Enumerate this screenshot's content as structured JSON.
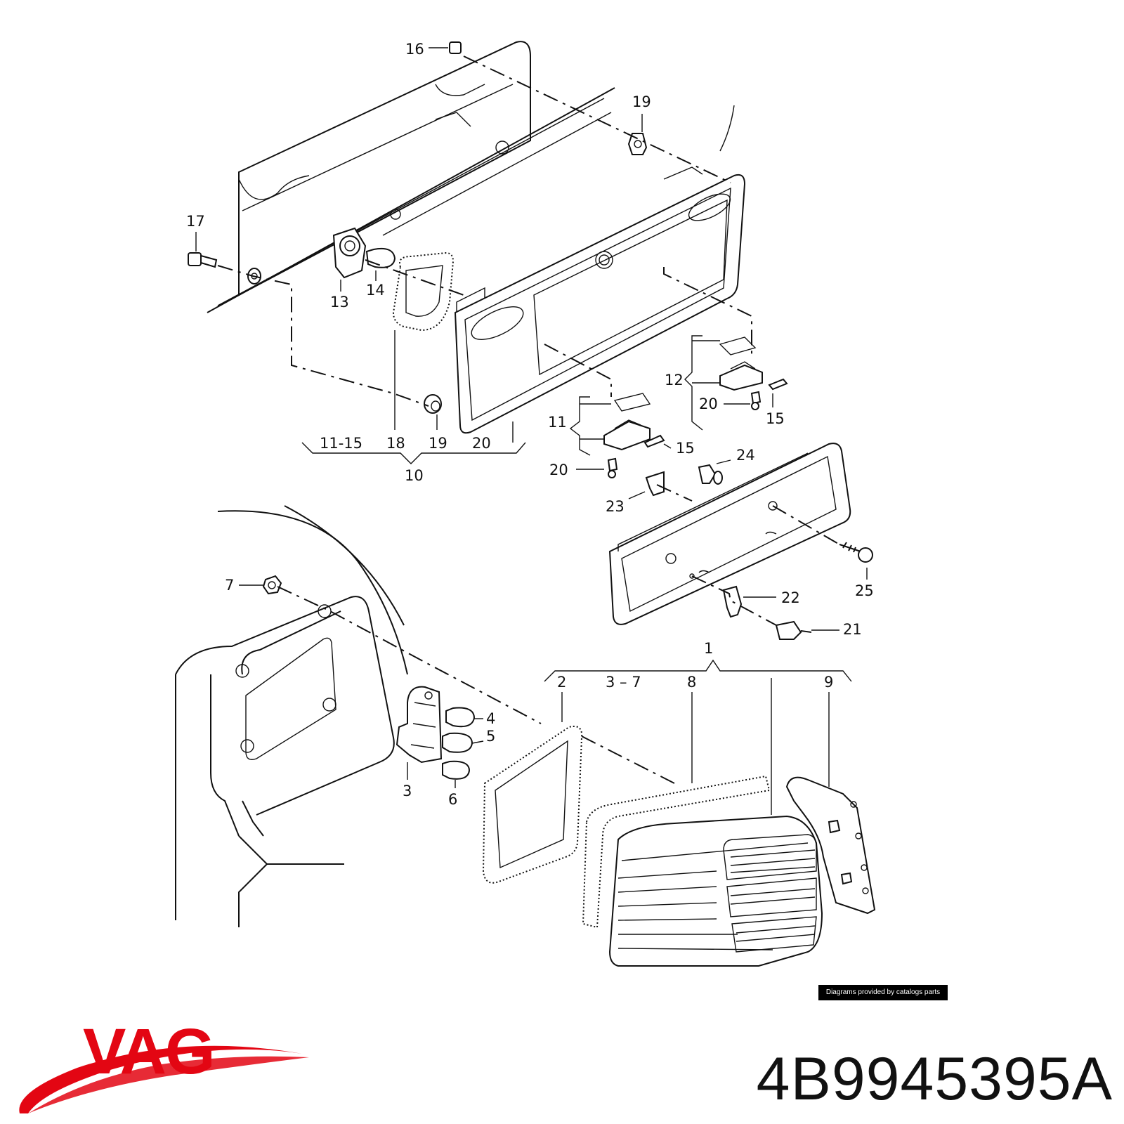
{
  "labels": {
    "l16": "16",
    "l19a": "19",
    "l17": "17",
    "l13": "13",
    "l14": "14",
    "l18": "18",
    "l19b": "19",
    "l20a": "20",
    "l11_15": "11-15",
    "l10": "10",
    "l12": "12",
    "l20b": "20",
    "l15a": "15",
    "l11": "11",
    "l15b": "15",
    "l20c": "20",
    "l24": "24",
    "l23": "23",
    "l25": "25",
    "l22": "22",
    "l21": "21",
    "l7": "7",
    "l1": "1",
    "l2": "2",
    "l3_7": "3 – 7",
    "l8": "8",
    "l9": "9",
    "l4": "4",
    "l5": "5",
    "l6": "6",
    "l3": "3"
  },
  "credit": "Diagrams provided by catalogs parts",
  "brand": {
    "name": "VAG",
    "color": "#e30613"
  },
  "part_number": "4B9945395A"
}
